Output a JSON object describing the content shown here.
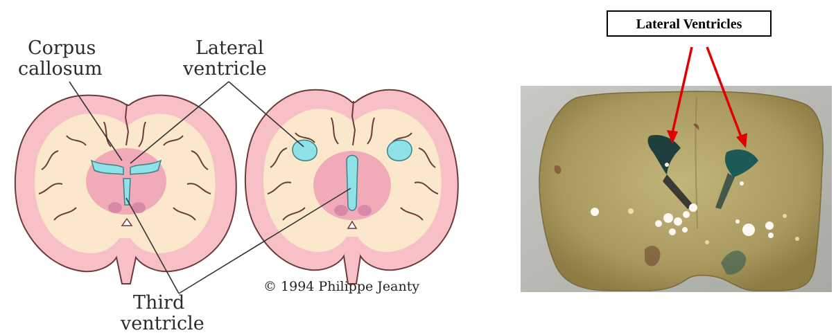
{
  "diagram": {
    "labels": {
      "corpus_callosum_line1": "Corpus",
      "corpus_callosum_line2": "callosum",
      "lateral_ventricle_line1": "Lateral",
      "lateral_ventricle_line2": "ventricle",
      "third_ventricle_line1": "Third",
      "third_ventricle_line2": "ventricle"
    },
    "copyright": "© 1994 Philippe Jeanty",
    "colors": {
      "cortex": "#f7c0c6",
      "white_matter": "#fbe7cb",
      "deep_nuclei": "#ef9fb5",
      "ventricle": "#8fe3e8",
      "outline": "#6b3a3a"
    }
  },
  "photo": {
    "banner": "Lateral Ventricles",
    "colors": {
      "tissue": "#a99a60",
      "background": "#bdbdb8",
      "dye": "#1e5a55",
      "arrow": "#e00000"
    }
  }
}
